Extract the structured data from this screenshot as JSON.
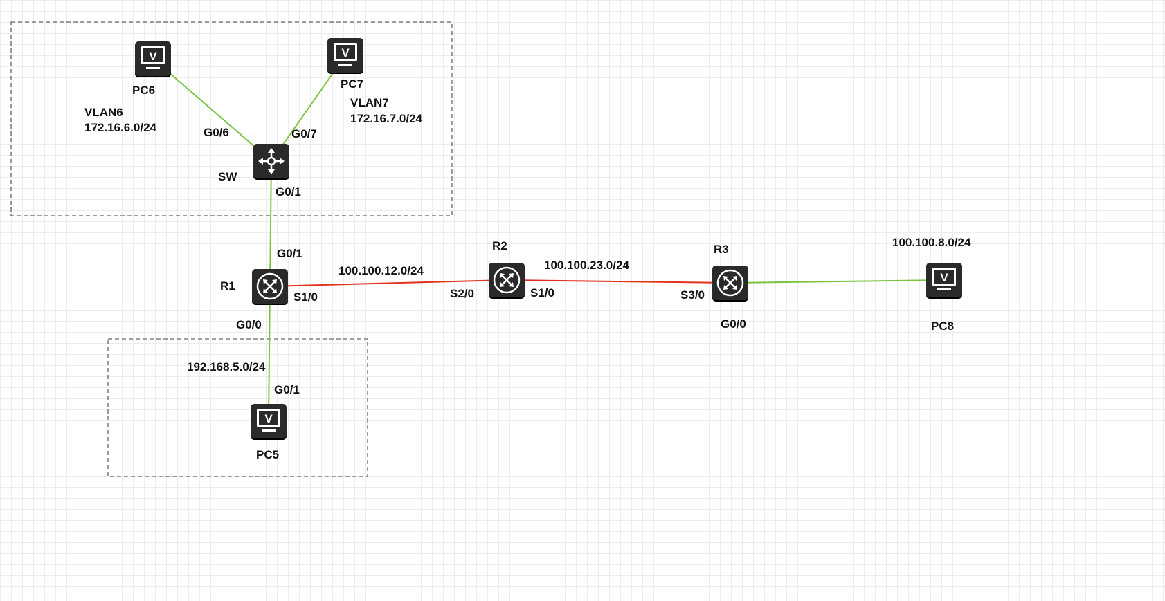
{
  "devices": {
    "pc6": {
      "name": "PC6",
      "icon": "pc-icon"
    },
    "pc7": {
      "name": "PC7",
      "icon": "pc-icon"
    },
    "sw": {
      "name": "SW",
      "icon": "switch-icon"
    },
    "r1": {
      "name": "R1",
      "icon": "router-icon"
    },
    "r2": {
      "name": "R2",
      "icon": "router-icon"
    },
    "r3": {
      "name": "R3",
      "icon": "router-icon"
    },
    "pc5": {
      "name": "PC5",
      "icon": "pc-icon"
    },
    "pc8": {
      "name": "PC8",
      "icon": "pc-icon"
    }
  },
  "interfaces": {
    "sw_pc6": "G0/6",
    "sw_pc7": "G0/7",
    "sw_r1": "G0/1",
    "r1_sw": "G0/1",
    "r1_r2": "S1/0",
    "r1_pc5": "G0/0",
    "pc5_r1": "G0/1",
    "r2_r1": "S2/0",
    "r2_r3": "S1/0",
    "r3_r2": "S3/0",
    "r3_pc8": "G0/0"
  },
  "networks": {
    "vlan6_name": "VLAN6",
    "vlan6_subnet": "172.16.6.0/24",
    "vlan7_name": "VLAN7",
    "vlan7_subnet": "172.16.7.0/24",
    "r1_r2": "100.100.12.0/24",
    "r2_r3": "100.100.23.0/24",
    "pc5_lan": "192.168.5.0/24",
    "pc8_lan": "100.100.8.0/24"
  },
  "colors": {
    "ethernet_link": "#7cc342",
    "serial_link": "#e2311d",
    "device": "#2a2a2a",
    "area_border": "#666666"
  },
  "links": [
    {
      "from": "pc6",
      "to": "sw",
      "type": "ethernet"
    },
    {
      "from": "pc7",
      "to": "sw",
      "type": "ethernet"
    },
    {
      "from": "sw",
      "to": "r1",
      "type": "ethernet"
    },
    {
      "from": "r1",
      "to": "pc5",
      "type": "ethernet"
    },
    {
      "from": "r1",
      "to": "r2",
      "type": "serial"
    },
    {
      "from": "r2",
      "to": "r3",
      "type": "serial"
    },
    {
      "from": "r3",
      "to": "pc8",
      "type": "ethernet"
    }
  ]
}
